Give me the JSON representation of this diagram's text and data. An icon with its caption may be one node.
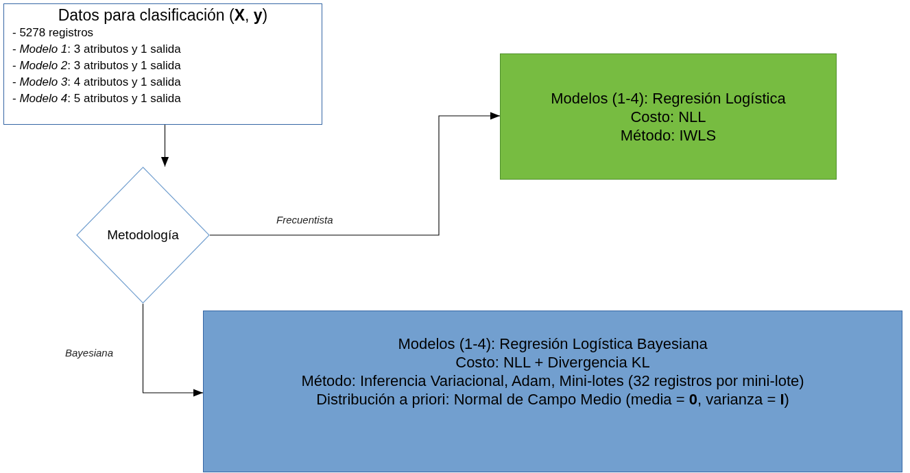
{
  "diagram": {
    "nodes": [
      {
        "text": [
          "Datos para clasificación (**X**, **y**)",
          "- 5278 registros",
          "- *Modelo 1*: 3 atributos y 1 salida",
          "- *Modelo 2*: 3 atributos y 1 salida",
          "- *Modelo 3*: 4 atributos y 1 salida",
          "- *Modelo 4*: 5 atributos y 1 salida"
        ]
      },
      {
        "text": [
          "Metodología"
        ]
      },
      {
        "text": [
          "Modelos (1-4): Regresión Logística",
          "Costo: NLL",
          "Método: IWLS"
        ]
      },
      {
        "text": [
          "Modelos (1-4): Regresión Logística Bayesiana",
          "Costo: NLL + Divergencia KL",
          "Método: Inferencia Variacional, Adam, Mini-lotes (32 registros por mini-lote)",
          "Distribución a priori: Normal de Campo Medio (media = **0**, varianza = **I**)"
        ]
      }
    ],
    "edges": [
      {
        "from": 0,
        "to": 1,
        "arrow": "to"
      },
      {
        "from": 1,
        "to": 2,
        "arrow": "to",
        "label": "Frecuentista"
      },
      {
        "from": 1,
        "to": 3,
        "arrow": "to",
        "label": "Bayesiana"
      }
    ]
  }
}
